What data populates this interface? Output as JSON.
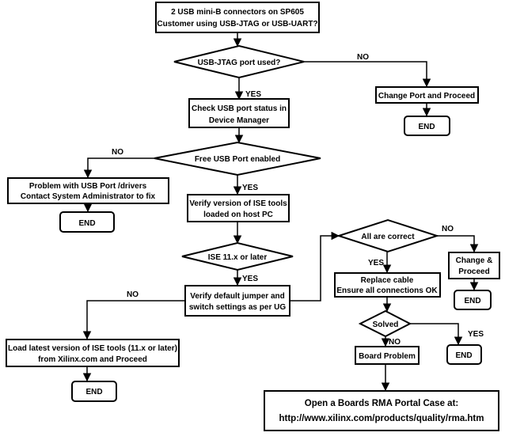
{
  "nodes": {
    "start": [
      "2 USB mini-B connectors on  SP605",
      "Customer using USB-JTAG or USB-UART?"
    ],
    "jtag_used": [
      "USB-JTAG port used?"
    ],
    "change_port": [
      "Change Port and Proceed"
    ],
    "end_1": [
      "END"
    ],
    "check_status": [
      "Check USB port status in",
      "Device Manager"
    ],
    "free_port": [
      "Free USB Port enabled"
    ],
    "problem_usb": [
      "Problem with USB Port /drivers",
      "Contact System Administrator to fix"
    ],
    "end_2": [
      "END"
    ],
    "verify_ise": [
      "Verify version of ISE tools",
      "loaded on host PC"
    ],
    "ise_11": [
      "ISE 11.x or later"
    ],
    "verify_jumper": [
      "Verify default jumper and",
      "switch settings as per UG"
    ],
    "load_ise": [
      "Load latest version of ISE tools (11.x or later)",
      "from Xilinx.com and Proceed"
    ],
    "end_3": [
      "END"
    ],
    "all_correct": [
      "All are correct"
    ],
    "change_proceed": [
      "Change &",
      "Proceed"
    ],
    "end_4": [
      "END"
    ],
    "replace_cable": [
      "Replace cable",
      "Ensure all connections OK"
    ],
    "solved": [
      "Solved"
    ],
    "end_5": [
      "END"
    ],
    "board_problem": [
      "Board Problem"
    ],
    "rma": [
      "Open a Boards RMA Portal Case at:",
      "http://www.xilinx.com/products/quality/rma.htm"
    ]
  },
  "edge_labels": {
    "jtag_no": "NO",
    "jtag_yes": "YES",
    "free_no": "NO",
    "free_yes": "YES",
    "ise_no": "NO",
    "ise_yes": "YES",
    "correct_no": "NO",
    "correct_yes": "YES",
    "solved_yes": "YES",
    "solved_no": "NO"
  }
}
